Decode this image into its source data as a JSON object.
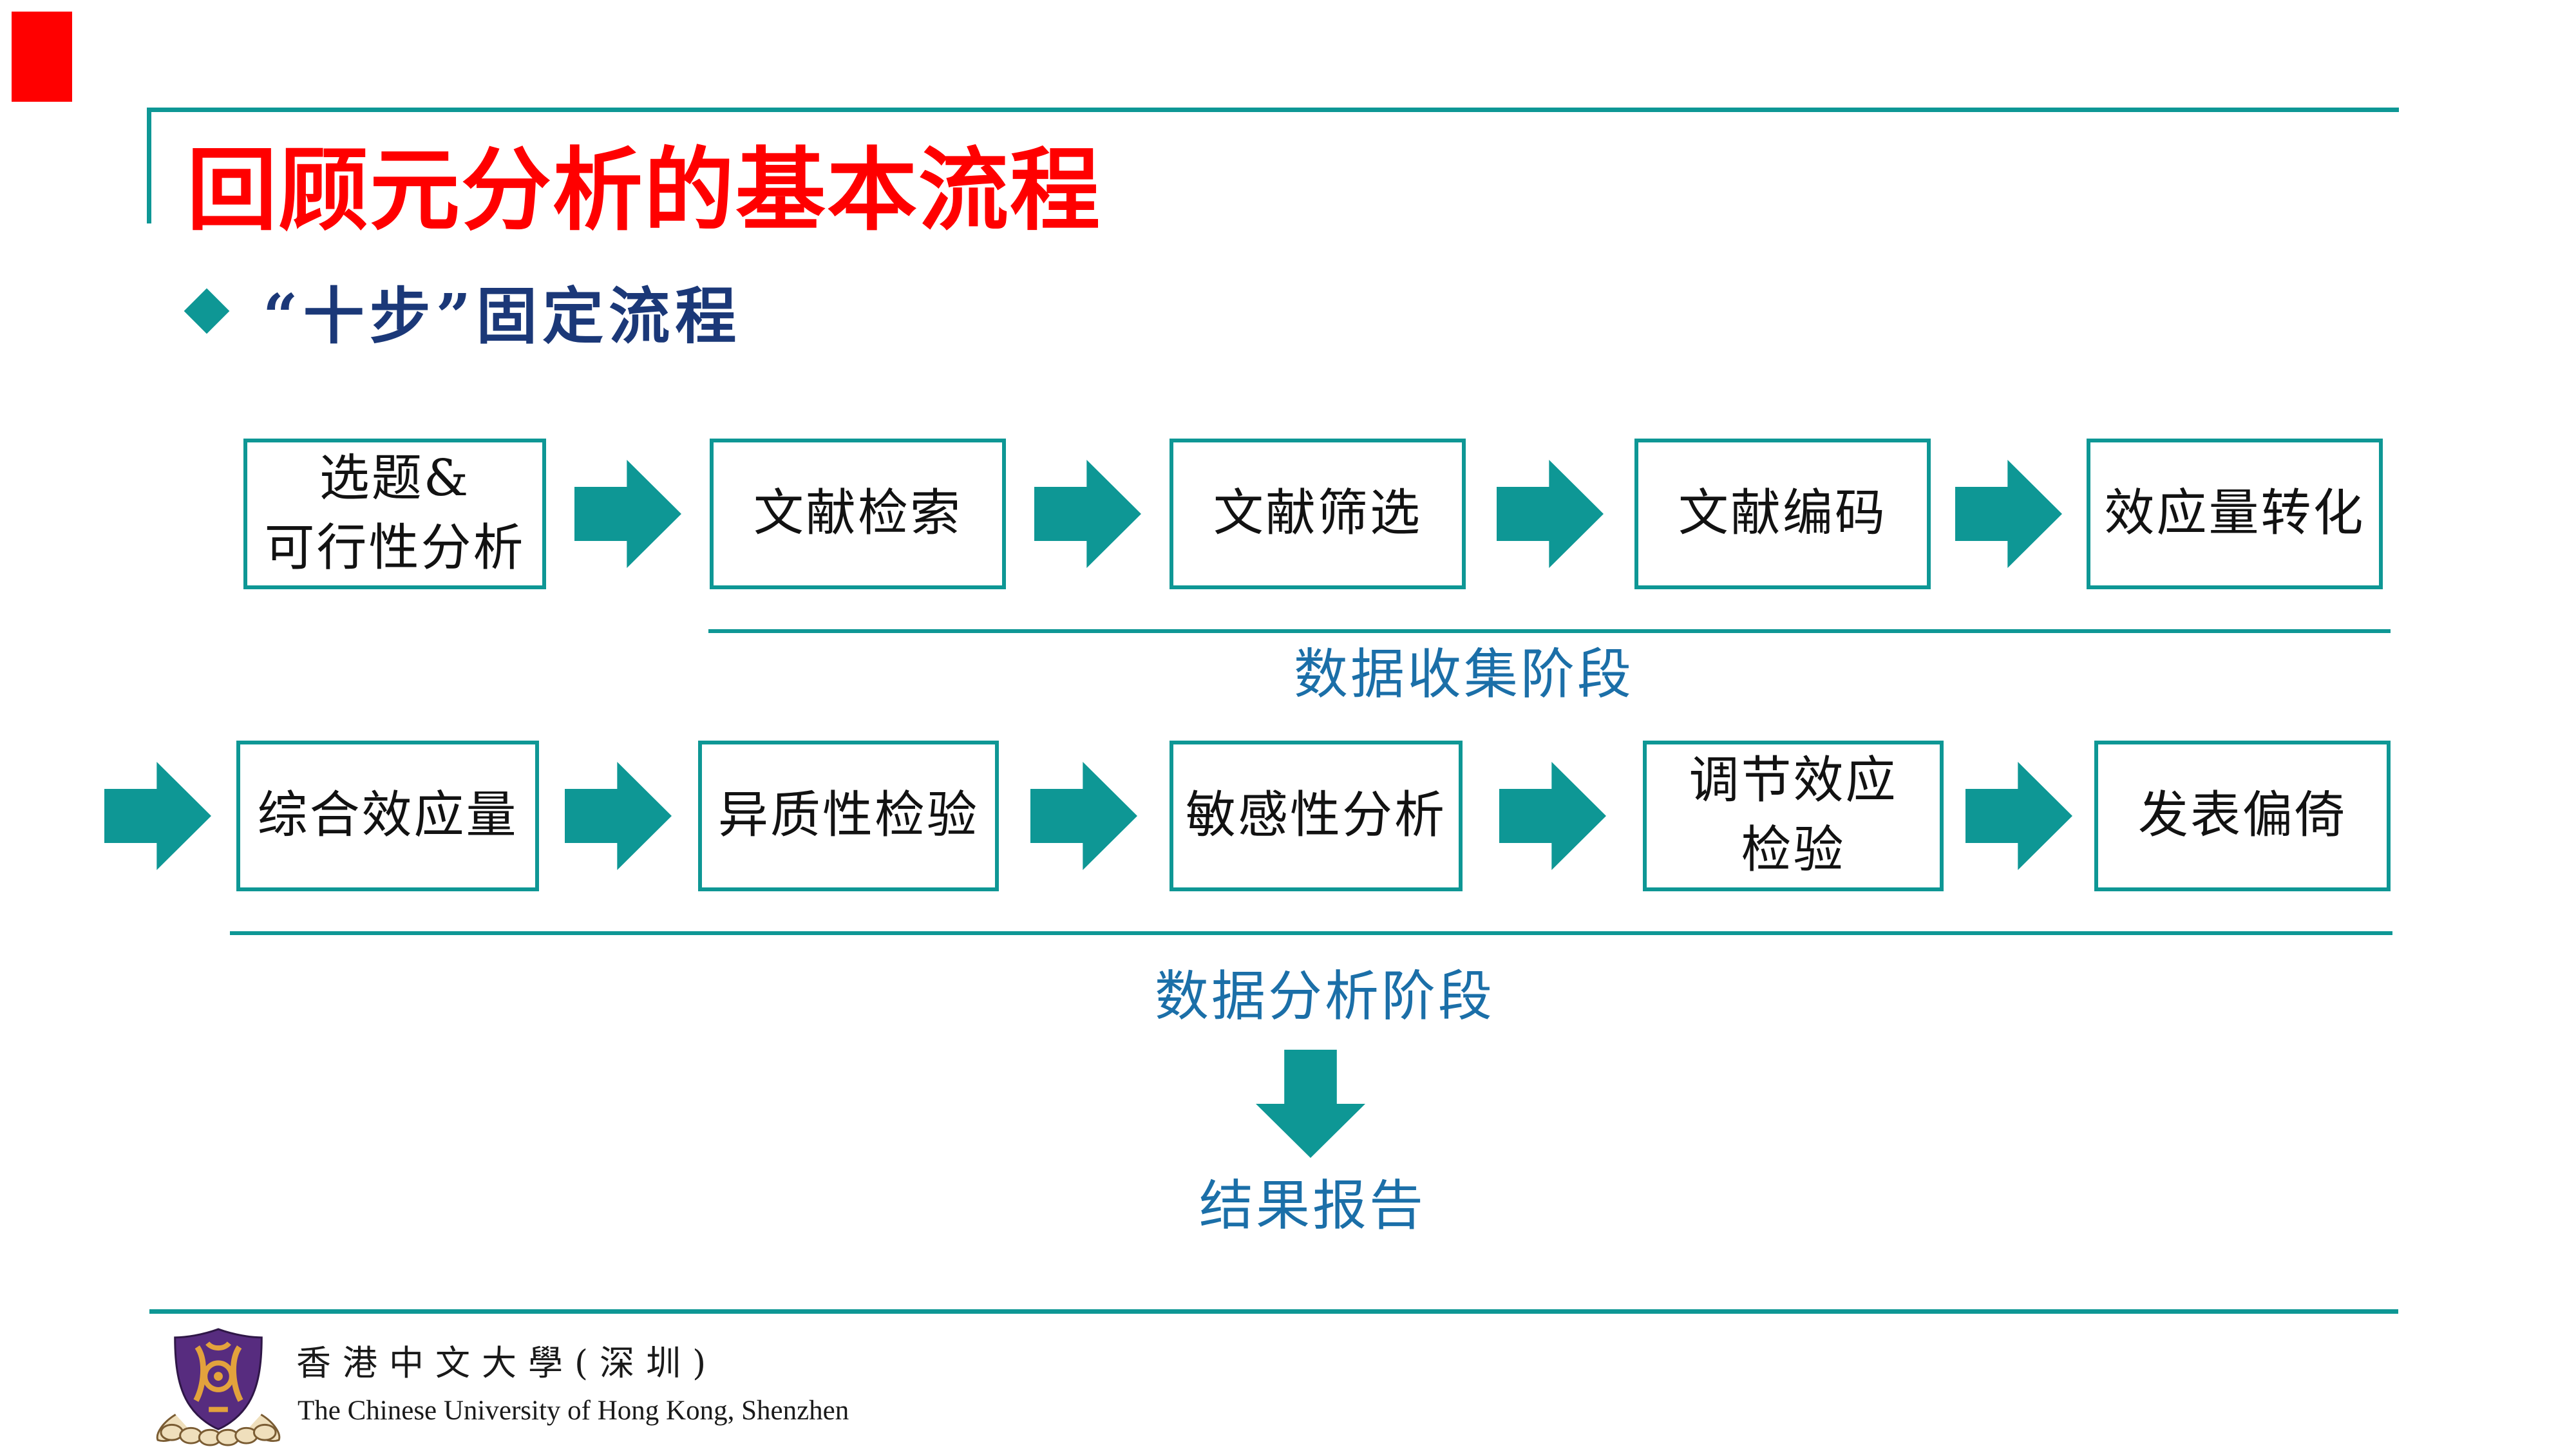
{
  "slide_title": "回顾元分析的基本流程",
  "bullet": {
    "text": "“十步”固定流程"
  },
  "flow": {
    "row1": {
      "boxes": [
        {
          "line1": "选题&",
          "line2": "可行性分析"
        },
        {
          "line1": "文献检索",
          "line2": ""
        },
        {
          "line1": "文献筛选",
          "line2": ""
        },
        {
          "line1": "文献编码",
          "line2": ""
        },
        {
          "line1": "效应量转化",
          "line2": ""
        }
      ],
      "stage_label": "数据收集阶段"
    },
    "row2": {
      "boxes": [
        {
          "line1": "综合效应量",
          "line2": ""
        },
        {
          "line1": "异质性检验",
          "line2": ""
        },
        {
          "line1": "敏感性分析",
          "line2": ""
        },
        {
          "line1": "调节效应",
          "line2": "检验"
        },
        {
          "line1": "发表偏倚",
          "line2": ""
        }
      ],
      "stage_label": "数据分析阶段"
    },
    "result_label": "结果报告"
  },
  "footer": {
    "university_cn": "香港中文大學(深圳)",
    "university_en": "The Chinese University of Hong Kong, Shenzhen"
  },
  "colors": {
    "teal": "#0E9795",
    "title_red": "#FF0000",
    "bullet_navy": "#1B3878",
    "stage_label_blue": "#1B6FA8",
    "box_text": "#121212"
  },
  "icons": {
    "bullet": "diamond",
    "flow_arrow": "right-arrow",
    "result_arrow": "down-arrow",
    "logo": "cuhk-shenzhen-emblem"
  }
}
